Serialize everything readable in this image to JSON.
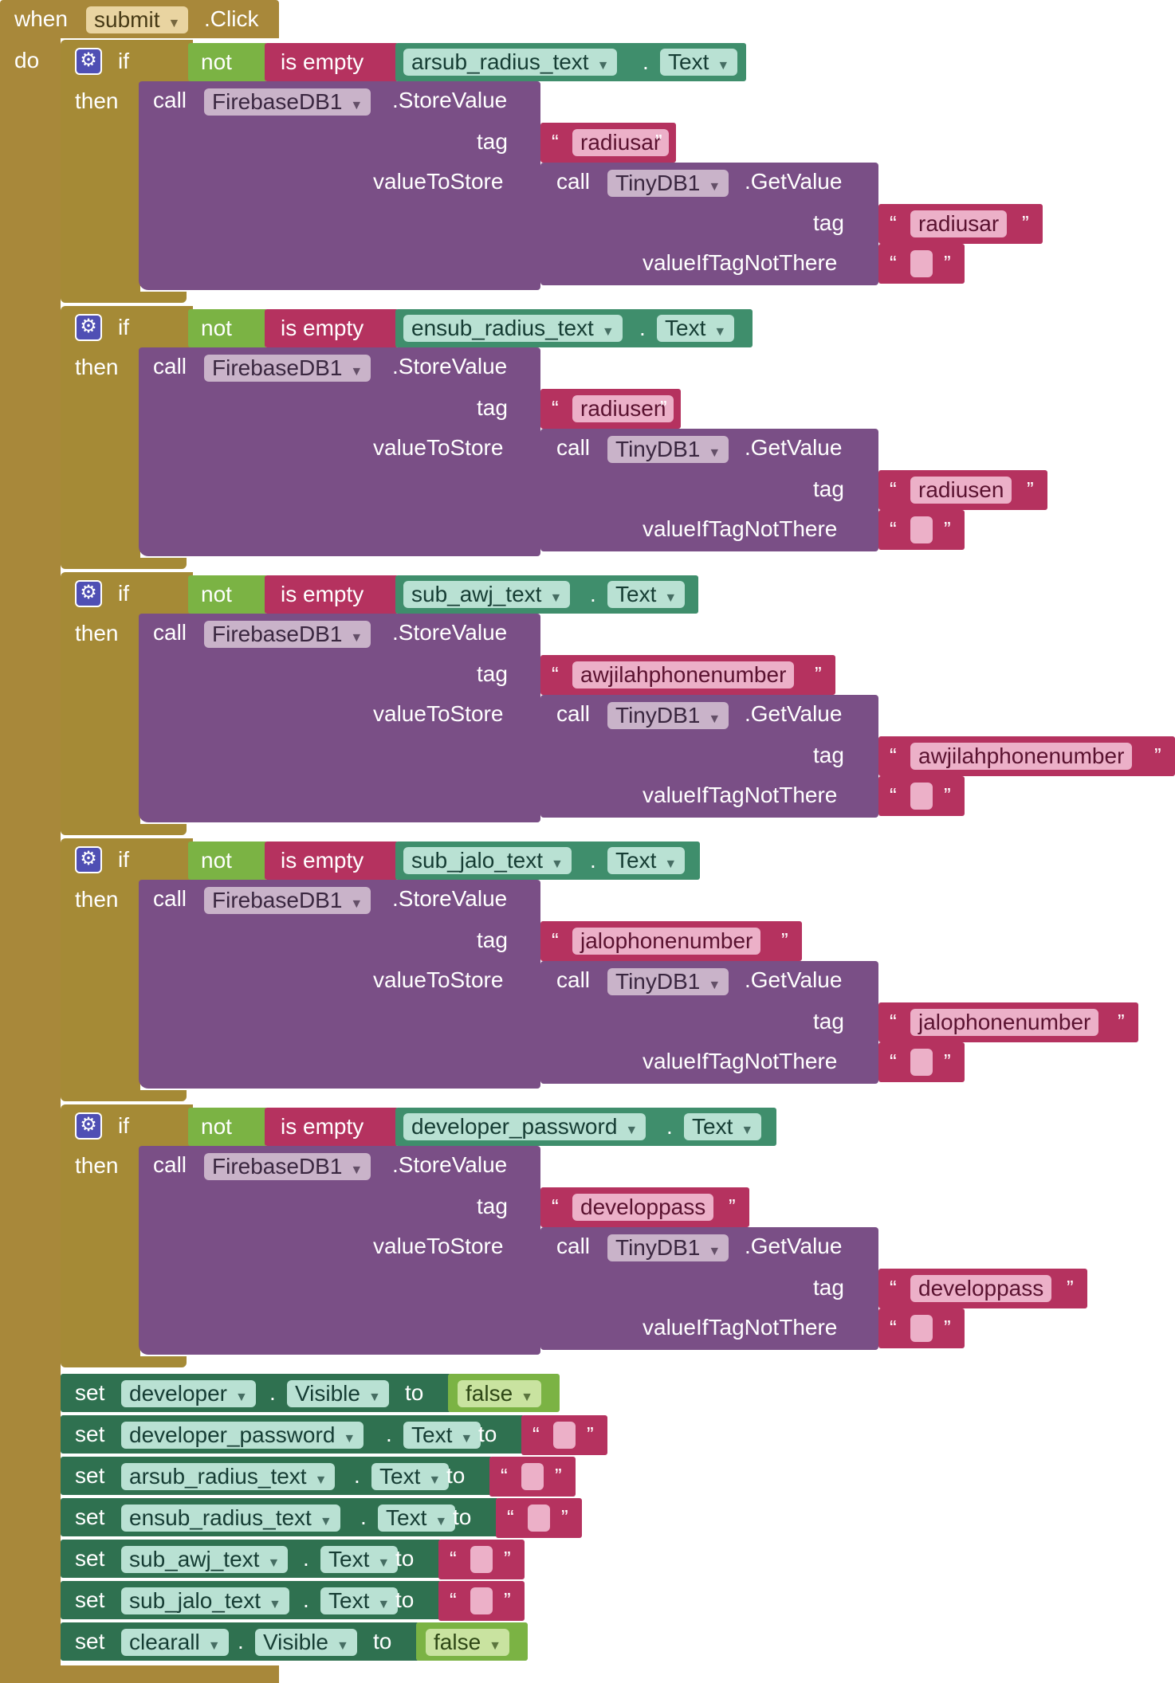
{
  "event": {
    "when_label": "when",
    "component": "submit",
    "event_name": ".Click",
    "do_label": "do"
  },
  "labels": {
    "if": "if",
    "then": "then",
    "not": "not",
    "is_empty": "is empty",
    "dot": ".",
    "call": "call",
    "tag": "tag",
    "value_to_store": "valueToStore",
    "value_if_tag_not_there": "valueIfTagNotThere",
    "set": "set",
    "to": "to",
    "open_quote": "“",
    "close_quote": "”"
  },
  "if_blocks": [
    {
      "component": "arsub_radius_text",
      "property": "Text",
      "db": "FirebaseDB1",
      "method": ".StoreValue",
      "store_tag": "radiusar",
      "tiny": "TinyDB1",
      "tiny_method": ".GetValue",
      "get_tag": "radiusar"
    },
    {
      "component": "ensub_radius_text",
      "property": "Text",
      "db": "FirebaseDB1",
      "method": ".StoreValue",
      "store_tag": "radiusen",
      "tiny": "TinyDB1",
      "tiny_method": ".GetValue",
      "get_tag": "radiusen"
    },
    {
      "component": "sub_awj_text",
      "property": "Text",
      "db": "FirebaseDB1",
      "method": ".StoreValue",
      "store_tag": "awjilahphonenumber",
      "tiny": "TinyDB1",
      "tiny_method": ".GetValue",
      "get_tag": "awjilahphonenumber"
    },
    {
      "component": "sub_jalo_text",
      "property": "Text",
      "db": "FirebaseDB1",
      "method": ".StoreValue",
      "store_tag": "jalophonenumber",
      "tiny": "TinyDB1",
      "tiny_method": ".GetValue",
      "get_tag": "jalophonenumber"
    },
    {
      "component": "developer_password",
      "property": "Text",
      "db": "FirebaseDB1",
      "method": ".StoreValue",
      "store_tag": "developpass",
      "tiny": "TinyDB1",
      "tiny_method": ".GetValue",
      "get_tag": "developpass"
    }
  ],
  "set_blocks": [
    {
      "component": "developer",
      "property": "Visible",
      "value": "false"
    },
    {
      "component": "developer_password",
      "property": "Text",
      "value": ""
    },
    {
      "component": "arsub_radius_text",
      "property": "Text",
      "value": ""
    },
    {
      "component": "ensub_radius_text",
      "property": "Text",
      "value": ""
    },
    {
      "component": "sub_awj_text",
      "property": "Text",
      "value": ""
    },
    {
      "component": "sub_jalo_text",
      "property": "Text",
      "value": ""
    },
    {
      "component": "clearall",
      "property": "Visible",
      "value": "false"
    }
  ],
  "colors": {
    "event": "#a8883a",
    "control": "#a58a36",
    "logic": "#7bb344",
    "text_block": "#b5325f",
    "component_get": "#3f8e6c",
    "procedure": "#7a4f86",
    "setter": "#2f7150"
  }
}
